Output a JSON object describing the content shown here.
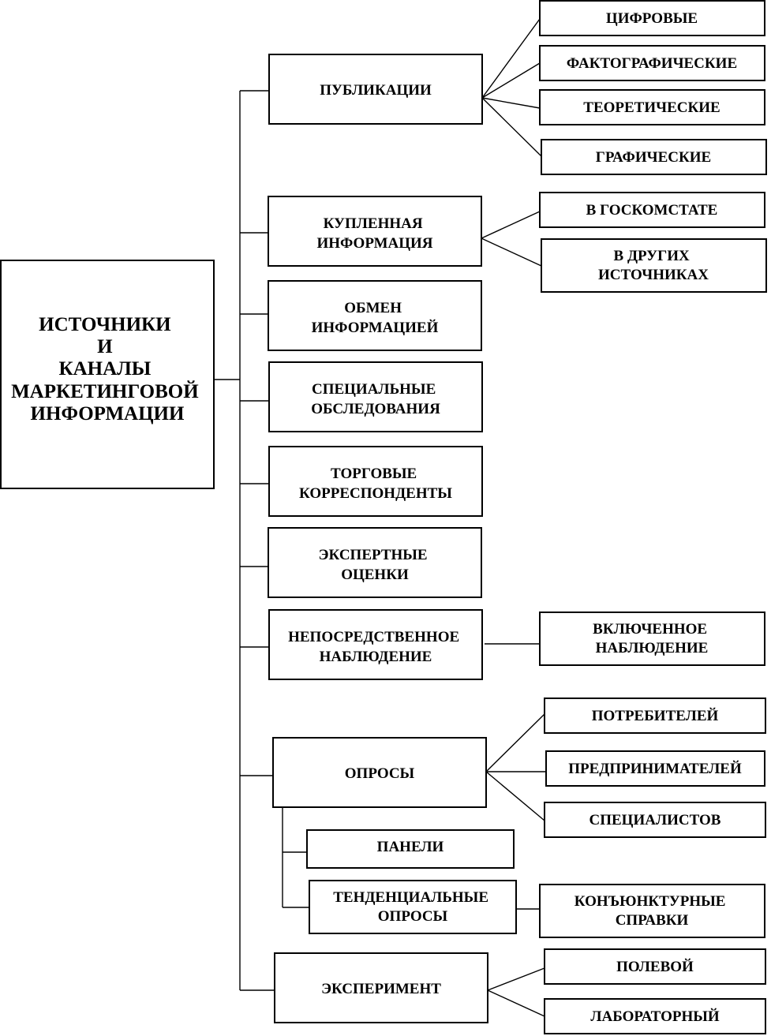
{
  "root": {
    "lines": [
      "ИСТОЧНИКИ",
      "И",
      "КАНАЛЫ",
      "МАРКЕТИНГОВОЙ",
      "ИНФОРМАЦИИ"
    ]
  },
  "sources": [
    {
      "id": "publications",
      "lines": [
        "ПУБЛИКАЦИИ"
      ],
      "children": [
        {
          "id": "digital",
          "lines": [
            "ЦИФРОВЫЕ"
          ]
        },
        {
          "id": "factual",
          "lines": [
            "ФАКТОГРАФИЧЕСКИЕ"
          ]
        },
        {
          "id": "theoretical",
          "lines": [
            "ТЕОРЕТИЧЕСКИЕ"
          ]
        },
        {
          "id": "graphic",
          "lines": [
            "ГРАФИЧЕСКИЕ"
          ]
        }
      ]
    },
    {
      "id": "purchased",
      "lines": [
        "КУПЛЕННАЯ",
        "ИНФОРМАЦИЯ"
      ],
      "children": [
        {
          "id": "goskomstat",
          "lines": [
            "В ГОСКОМСТАТЕ"
          ]
        },
        {
          "id": "other-sources",
          "lines": [
            "В ДРУГИХ",
            "ИСТОЧНИКАХ"
          ]
        }
      ]
    },
    {
      "id": "exchange",
      "lines": [
        "ОБМЕН",
        "ИНФОРМАЦИЕЙ"
      ],
      "children": []
    },
    {
      "id": "surveys-special",
      "lines": [
        "СПЕЦИАЛЬНЫЕ",
        "ОБСЛЕДОВАНИЯ"
      ],
      "children": []
    },
    {
      "id": "trade-correspondents",
      "lines": [
        "ТОРГОВЫЕ",
        "КОРРЕСПОНДЕНТЫ"
      ],
      "children": []
    },
    {
      "id": "expert-estimates",
      "lines": [
        "ЭКСПЕРТНЫЕ",
        "ОЦЕНКИ"
      ],
      "children": []
    },
    {
      "id": "direct-observation",
      "lines": [
        "НЕПОСРЕДСТВЕННОЕ",
        "НАБЛЮДЕНИЕ"
      ],
      "children": [
        {
          "id": "participant-observation",
          "lines": [
            "ВКЛЮЧЕННОЕ",
            "НАБЛЮДЕНИЕ"
          ]
        }
      ]
    },
    {
      "id": "polls",
      "lines": [
        "ОПРОСЫ"
      ],
      "children": [
        {
          "id": "consumers",
          "lines": [
            "ПОТРЕБИТЕЛЕЙ"
          ]
        },
        {
          "id": "entrepreneurs",
          "lines": [
            "ПРЕДПРИНИМАТЕЛЕЙ"
          ]
        },
        {
          "id": "specialists",
          "lines": [
            "СПЕЦИАЛИСТОВ"
          ]
        }
      ],
      "sub_children": [
        {
          "id": "panels",
          "lines": [
            "ПАНЕЛИ"
          ]
        },
        {
          "id": "trend-polls",
          "lines": [
            "ТЕНДЕНЦИАЛЬНЫЕ",
            "ОПРОСЫ"
          ],
          "children": [
            {
              "id": "market-reports",
              "lines": [
                "КОНЪЮНКТУРНЫЕ",
                "СПРАВКИ"
              ]
            }
          ]
        }
      ]
    },
    {
      "id": "experiment",
      "lines": [
        "ЭКСПЕРИМЕНТ"
      ],
      "children": [
        {
          "id": "field",
          "lines": [
            "ПОЛЕВОЙ"
          ]
        },
        {
          "id": "laboratory",
          "lines": [
            "ЛАБОРАТОРНЫЙ"
          ]
        }
      ]
    }
  ]
}
